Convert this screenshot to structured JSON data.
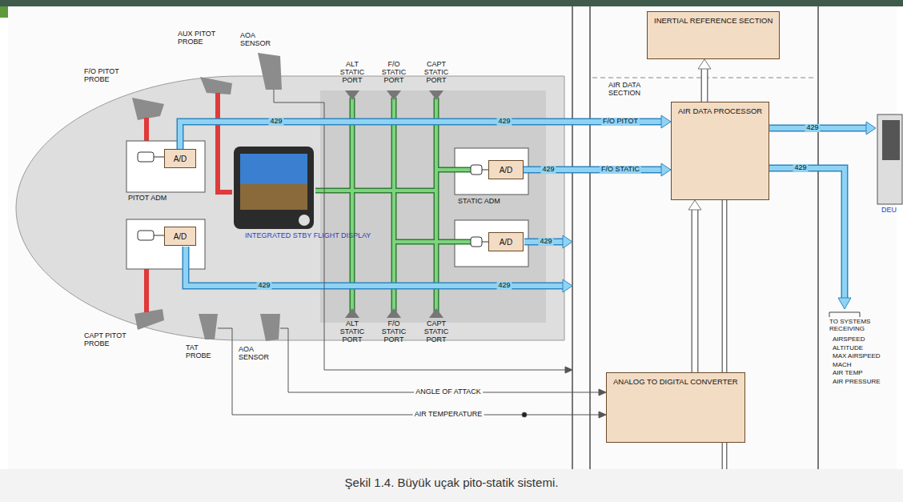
{
  "diagram": {
    "caption": "Şekil 1.4. Büyük uçak pito-statik sistemi.",
    "nodes": [
      {
        "text": [
          "A/D"
        ]
      },
      {
        "text": [
          "A/D"
        ]
      },
      {
        "text": [
          "INTEGRATED STBY FLIGHT DISPLAY"
        ]
      },
      {
        "text": [
          "A/D"
        ]
      },
      {
        "text": [
          "A/D"
        ]
      },
      {
        "text": [
          "AIR DATA PROCESSOR"
        ]
      },
      {
        "text": [
          "INERTIAL REFERENCE SECTION"
        ]
      },
      {
        "text": [
          "ANALOG TO DIGITAL CONVERTER"
        ]
      },
      {
        "text": [
          "DEU"
        ]
      }
    ],
    "edges": [
      {
        "from": 0,
        "to": 5,
        "arrow": "to",
        "label": "F/O PITOT"
      },
      {
        "from": 3,
        "to": 5,
        "arrow": "to",
        "label": "F/O STATIC"
      },
      {
        "from": 5,
        "to": 8,
        "arrow": "to"
      },
      {
        "from": 5,
        "to": 6,
        "arrow": "to"
      },
      {
        "from": 7,
        "to": 5,
        "arrow": "to"
      }
    ],
    "labels": [
      "F/O PITOT PROBE",
      "AUX PITOT PROBE",
      "AOA SENSOR",
      "ALT STATIC PORT",
      "F/O STATIC PORT",
      "CAPT STATIC PORT",
      "PITOT ADM",
      "STATIC ADM",
      "CAPT PITOT PROBE",
      "TAT PROBE",
      "AOA SENSOR",
      "ALT STATIC PORT",
      "F/O STATIC PORT",
      "CAPT STATIC PORT",
      "AIR DATA SECTION",
      "429",
      "429",
      "429",
      "429",
      "429",
      "429",
      "429",
      "429",
      "ANGLE OF ATTACK",
      "AIR TEMPERATURE",
      "TO SYSTEMS RECEIVING",
      "AIRSPEED",
      "ALTITUDE",
      "MAX AIRSPEED",
      "MACH",
      "AIR TEMP",
      "AIR PRESSURE"
    ]
  }
}
